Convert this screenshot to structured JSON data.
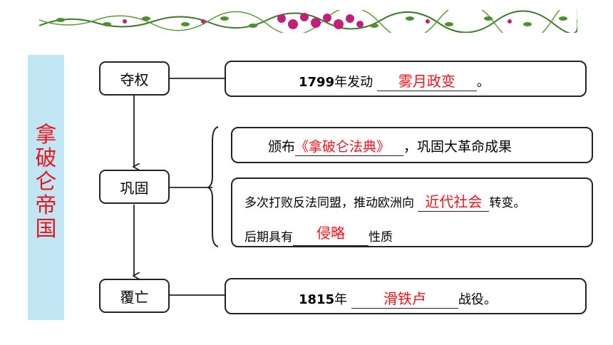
{
  "colors": {
    "accent_red": "#e8141e",
    "side_bar": "#bfe6f2",
    "vine_green": "#3c7a2a",
    "flower_magenta": "#c0207a"
  },
  "decoration": {
    "top_border": "flower-garland"
  },
  "side_title": [
    "拿",
    "破",
    "仑",
    "帝",
    "国"
  ],
  "stages": {
    "seize": "夺权",
    "consolidate": "巩固",
    "fall": "覆亡"
  },
  "seize_box": {
    "year": "1799",
    "prefix": "年发动",
    "answer": "雾月政变",
    "suffix": "。"
  },
  "code_box": {
    "prefix": "颁布",
    "answer": "《拿破仑法典》",
    "suffix": "，巩固大革命成果"
  },
  "europe_box": {
    "line1_prefix": "多次打败反法同盟，推动欧洲向",
    "line1_answer": "近代社会",
    "line1_suffix": "转变。",
    "line2_prefix": "后期具有",
    "line2_answer": "侵略",
    "line2_suffix": "性质"
  },
  "fall_box": {
    "year": "1815",
    "prefix": "年",
    "answer": "滑铁卢",
    "suffix": "战役。"
  }
}
